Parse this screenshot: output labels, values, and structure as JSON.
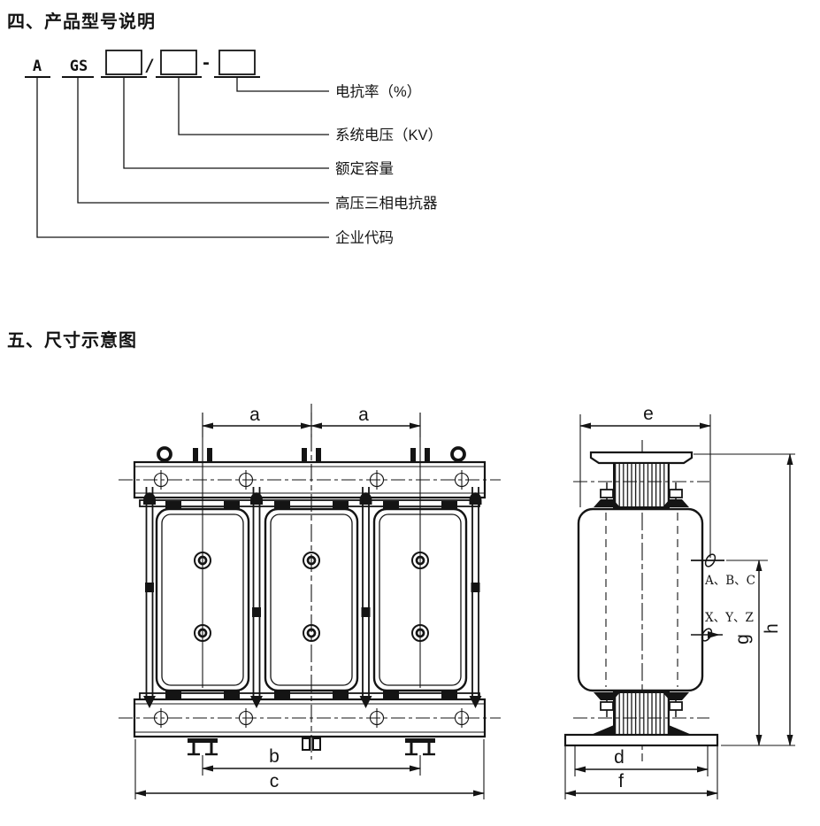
{
  "page": {
    "background": "#ffffff",
    "ink": "#141414"
  },
  "model_section": {
    "title": "四、产品型号说明",
    "code": {
      "letter_a": "A",
      "letter_gs": "GS",
      "slash": "/",
      "dash": "-"
    },
    "callouts": {
      "reactance_rate": "电抗率（%）",
      "system_voltage": "系统电压（KV）",
      "rated_capacity": "额定容量",
      "reactor_type": "高压三相电抗器",
      "company_code": "企业代码"
    }
  },
  "dimension_section": {
    "title": "五、尺寸示意图",
    "front_view": {
      "dim_a_left": "a",
      "dim_a_right": "a",
      "dim_b": "b",
      "dim_c": "c"
    },
    "side_view": {
      "dim_e": "e",
      "dim_d": "d",
      "dim_f": "f",
      "dim_g": "g",
      "dim_h": "h",
      "terminals_top": "A、B、C",
      "terminals_bottom": "X、Y、Z"
    }
  }
}
